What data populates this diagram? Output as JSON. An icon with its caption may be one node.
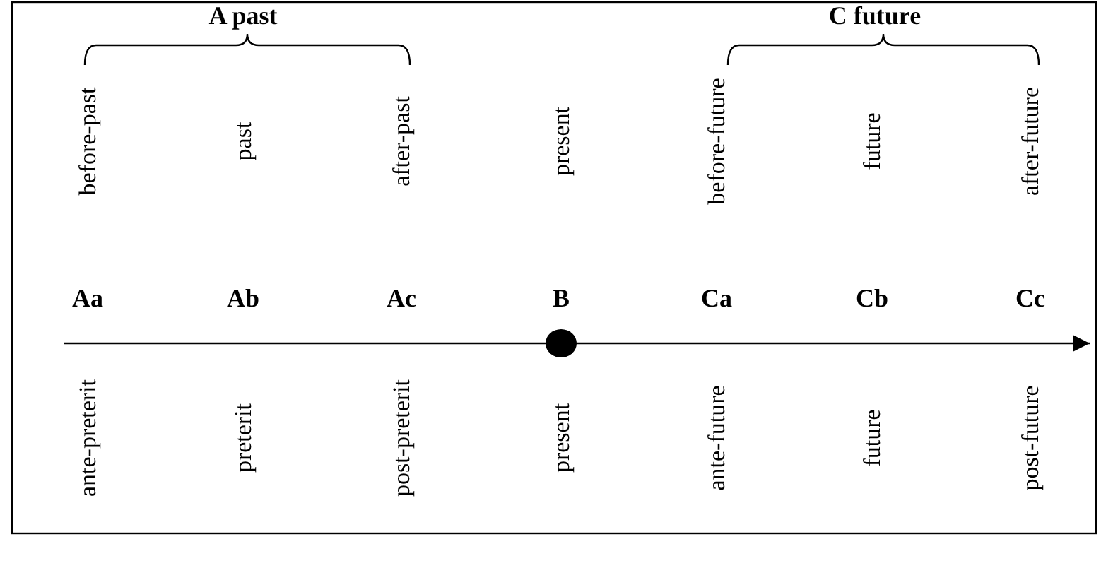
{
  "diagram": {
    "labels": [
      "A past",
      "C future",
      "before-past",
      "past",
      "after-past",
      "present",
      "before-future",
      "future",
      "after-future",
      "Aa",
      "Ab",
      "Ac",
      "B",
      "Ca",
      "Cb",
      "Cc",
      "ante-preterit",
      "preterit",
      "post-preterit",
      "present",
      "ante-future",
      "future",
      "post-future"
    ]
  }
}
